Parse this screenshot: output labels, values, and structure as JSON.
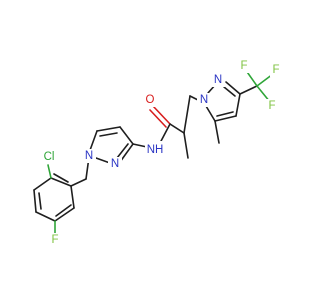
{
  "colors": {
    "carbon_bond": "#1f1f1f",
    "nitrogen": "#2b35c4",
    "oxygen": "#d81e1e",
    "fluorine": "#7fc241",
    "chlorine": "#2fa538",
    "background": "#ffffff"
  },
  "atoms": {
    "n_pyrazole1_n1": "N",
    "n_pyrazole1_n2": "N",
    "nh_amide": "NH",
    "o_carbonyl": "O",
    "n_pyrazole2_n1": "N",
    "n_pyrazole2_n2": "N",
    "f_cf3_1": "F",
    "f_cf3_2": "F",
    "f_cf3_3": "F",
    "cl_aryl": "Cl",
    "f_aryl": "F"
  }
}
